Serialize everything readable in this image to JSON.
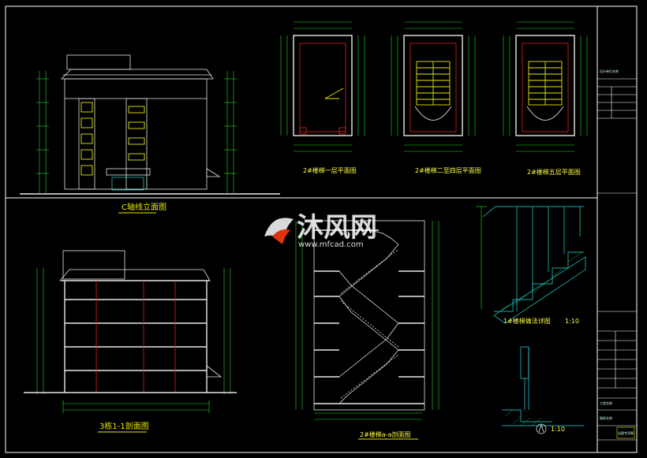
{
  "drawings": {
    "c_elevation": {
      "caption": "C轴线立面图"
    },
    "section_1_1": {
      "caption": "3栋1-1剖面图"
    },
    "stair_plans": {
      "first_floor": {
        "caption": "2#楼梯一层平面图"
      },
      "second_to_fifth": {
        "caption": "2#楼梯二至四层平面图"
      },
      "top_floor": {
        "caption": "2#楼梯五层平面图"
      }
    },
    "stair_section": {
      "caption": "2#楼梯a-a剖面图"
    },
    "stair_detail": {
      "caption": "1#楼梯做法详图",
      "scale": "1:10"
    },
    "rail_detail": {
      "scale": "1:10"
    }
  },
  "watermark": {
    "brand": "沐风网",
    "url": "www.mfcad.com"
  },
  "title_block": {
    "company": "设计单位名称",
    "project": "工程名称",
    "drawing_name": "图纸名称",
    "stamp": "出图专用章"
  }
}
